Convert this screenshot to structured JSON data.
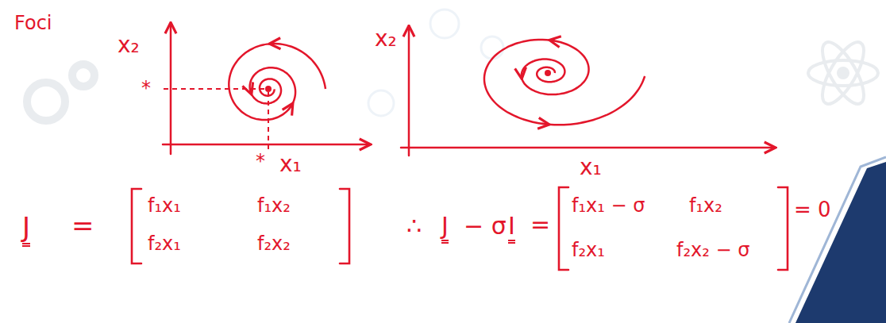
{
  "diagram": {
    "title": "Foci",
    "labels": [
      "x₂",
      "*",
      "*",
      "x₁",
      "x₂",
      "x₁",
      "J",
      "=",
      "f₁x₁",
      "f₁x₂",
      "f₂x₁",
      "f₂x₂",
      "∴",
      "J",
      "− σ",
      "I",
      "=",
      "f₁x₁ − σ",
      "f₁x₂",
      "f₂x₁",
      "f₂x₂ − σ",
      "= 0"
    ]
  }
}
